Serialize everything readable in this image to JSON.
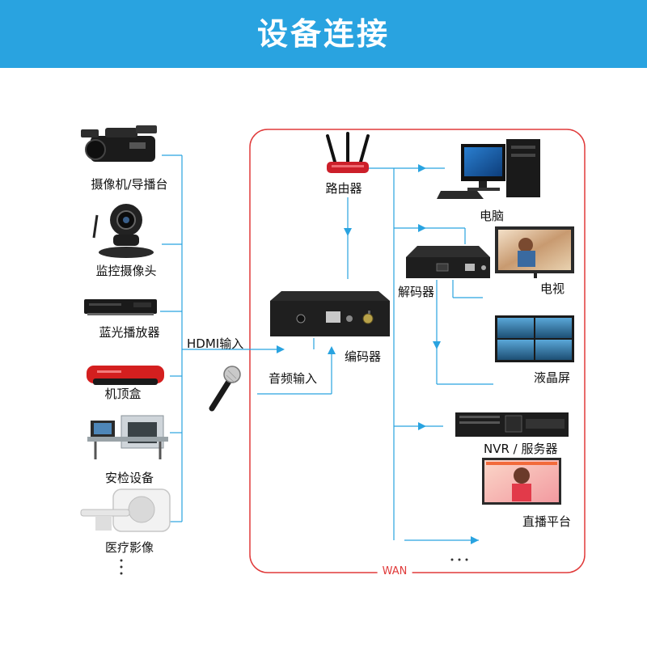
{
  "header": {
    "title": "设备连接"
  },
  "sources": [
    {
      "label": "摄像机/导播台",
      "icon": "camcorder-icon"
    },
    {
      "label": "监控摄像头",
      "icon": "security-camera-icon"
    },
    {
      "label": "蓝光播放器",
      "icon": "bluray-player-icon"
    },
    {
      "label": "机顶盒",
      "icon": "set-top-box-icon"
    },
    {
      "label": "安检设备",
      "icon": "xray-scanner-icon"
    },
    {
      "label": "医疗影像",
      "icon": "ct-scanner-icon"
    }
  ],
  "inputs": {
    "hdmi": "HDMI输入",
    "audio": "音频输入"
  },
  "encoder": {
    "label": "编码器",
    "icon": "encoder-box-icon"
  },
  "router": {
    "label": "路由器",
    "icon": "router-icon"
  },
  "destinations": [
    {
      "label": "电脑",
      "icon": "desktop-computer-icon"
    },
    {
      "label": "解码器",
      "icon": "decoder-box-icon"
    },
    {
      "label": "电视",
      "icon": "tv-icon"
    },
    {
      "label": "液晶屏",
      "icon": "lcd-screen-icon"
    },
    {
      "label": "NVR / 服务器",
      "icon": "nvr-server-icon"
    },
    {
      "label": "直播平台",
      "icon": "live-platform-icon"
    }
  ],
  "network": {
    "label": "WAN",
    "more": "· · ·"
  },
  "colors": {
    "header": "#29a3e0",
    "line": "#29a3e0",
    "wan": "#e03a3a"
  }
}
